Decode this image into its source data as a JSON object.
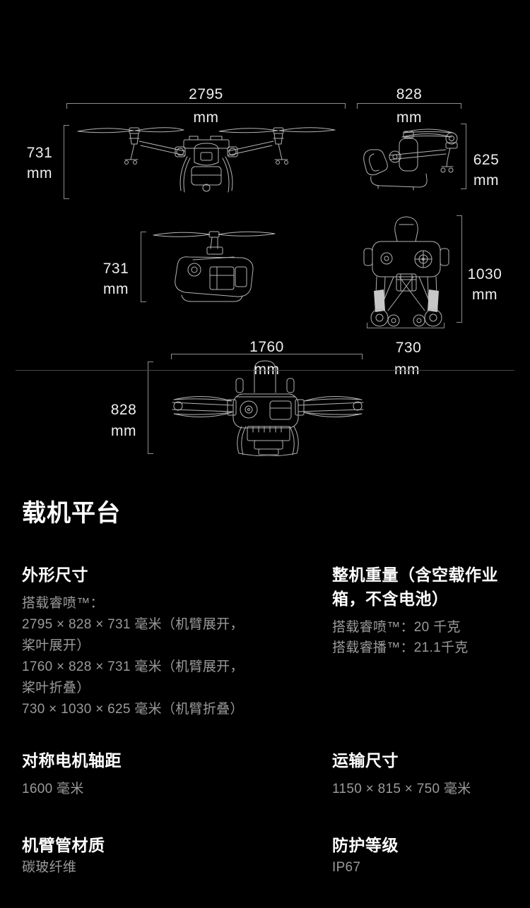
{
  "theme": {
    "background": "#000000",
    "heading_color": "#ffffff",
    "body_color": "#9a9a9a",
    "dim_label_color": "#eeeeee",
    "dim_line_color": "#8d8d8d",
    "drawing_stroke": "#cdcdcd",
    "divider_color": "#464646"
  },
  "diagram": {
    "views": [
      "front-view-arms-propellers-unfolded",
      "side-view-folded",
      "side-view-propeller-unfolded",
      "top-view-folded",
      "top-view-arms-unfolded-propellers-folded"
    ],
    "dims": {
      "front_width": {
        "value": "2795",
        "unit": "mm"
      },
      "side_width": {
        "value": "828",
        "unit": "mm"
      },
      "front_height": {
        "value": "731",
        "unit": "mm"
      },
      "side_height": {
        "value": "625",
        "unit": "mm"
      },
      "midside_height": {
        "value": "731",
        "unit": "mm"
      },
      "topfolded_height": {
        "value": "1030",
        "unit": "mm"
      },
      "topfolded_width": {
        "value": "730",
        "unit": "mm"
      },
      "toparms_width": {
        "value": "1760",
        "unit": "mm"
      },
      "toparms_height": {
        "value": "828",
        "unit": "mm"
      }
    }
  },
  "specs": {
    "title": "载机平台",
    "sections": [
      {
        "heading_lines": [
          "外形尺寸"
        ],
        "body_lines": [
          "搭载睿喷™：",
          "2795 × 828 × 731 毫米（机臂展开，",
          "桨叶展开）",
          "1760 × 828 × 731 毫米（机臂展开，",
          "桨叶折叠）",
          "730 × 1030 × 625 毫米（机臂折叠）"
        ]
      },
      {
        "heading_lines": [
          "整机重量（含空载作业",
          "箱，不含电池）"
        ],
        "body_lines": [
          "搭载睿喷™：20 千克",
          "搭载睿播™：21.1千克"
        ]
      },
      {
        "heading_lines": [
          "对称电机轴距"
        ],
        "body_lines": [
          "1600 毫米"
        ]
      },
      {
        "heading_lines": [
          "运输尺寸"
        ],
        "body_lines": [
          "1150 × 815 × 750 毫米"
        ]
      },
      {
        "heading_lines": [
          "机臂管材质"
        ],
        "body_lines": [
          "碳玻纤维"
        ]
      },
      {
        "heading_lines": [
          "防护等级"
        ],
        "body_lines": [
          "IP67"
        ]
      }
    ]
  }
}
